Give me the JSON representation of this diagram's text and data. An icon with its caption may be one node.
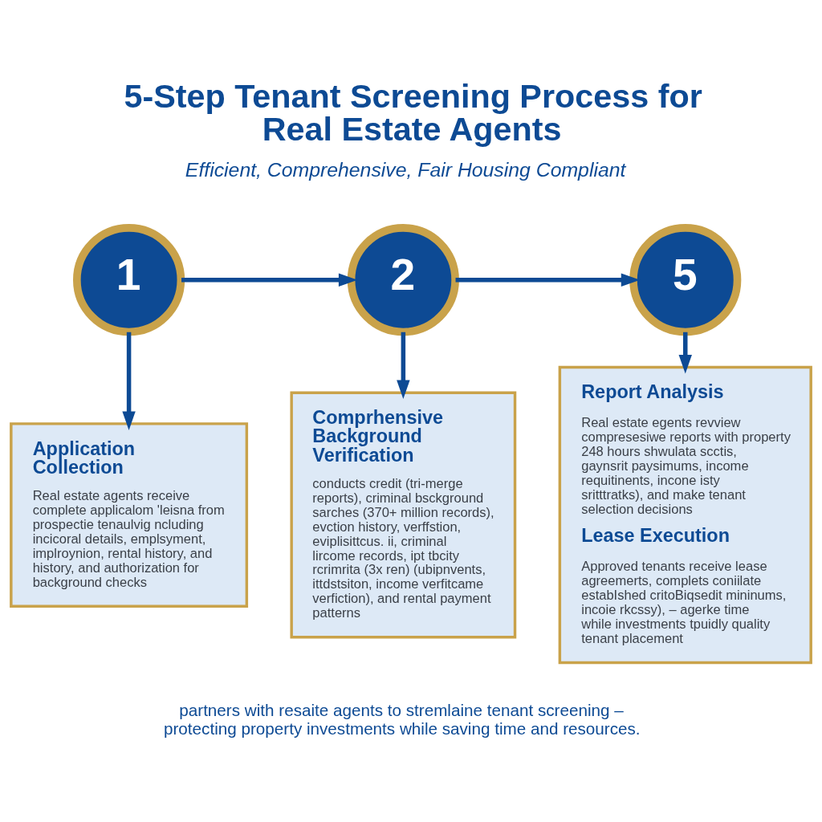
{
  "diagram": {
    "title": "5-Step Tenant Screening Process for Real Estate Agents",
    "nodes": [
      {
        "text": [
          "1"
        ]
      },
      {
        "text": [
          "2"
        ]
      },
      {
        "text": [
          "5"
        ]
      },
      {
        "text": [
          "Application Collection",
          "Real estate agents receive complete applicalom 'leisna from prospectie tenaulvig ncluding incicoral details, emplsyment, implroynion, rental history, and history, and authorization for background checks"
        ]
      },
      {
        "text": [
          "Comprhensive Background Verification",
          "conducts credit (tri-merge reports), criminal bsckground sarches (370+ million records), evction history, verffstion, eviplisittcus. ii, criminal lircome records, ipt tbcity rcrimrita (3x ren) (ubipnvents, ittdstsiton, income verfitcame verfiction), and rental payment patterns"
        ]
      },
      {
        "text": [
          "Report Analysis",
          "Real estate egents revview compresesiwe reports with property 248 hours shwulata scctis, gaynsrit paysimums, income requitinents, incone isty sritttratks), and make tenant selection decisions",
          "Lease Execution",
          "Approved tenants receive lease agreemerts, complets coniilate estabIshed critoBiqsedit mininums, incoie rkcssy), – agerke time while investments tpuidly quality tenant placement"
        ]
      }
    ],
    "edges": [
      {
        "from": 0,
        "to": 1,
        "arrow": "to"
      },
      {
        "from": 1,
        "to": 2,
        "arrow": "to"
      },
      {
        "from": 0,
        "to": 3,
        "arrow": "to"
      },
      {
        "from": 1,
        "to": 4,
        "arrow": "to"
      },
      {
        "from": 2,
        "to": 5,
        "arrow": "to"
      }
    ],
    "labels": [
      "Efficient, Comprehensive, Fair Housing Compliant",
      "partners with resaite agents to stremlaine tenant screening – protecting property investments while saving time and resources."
    ]
  }
}
